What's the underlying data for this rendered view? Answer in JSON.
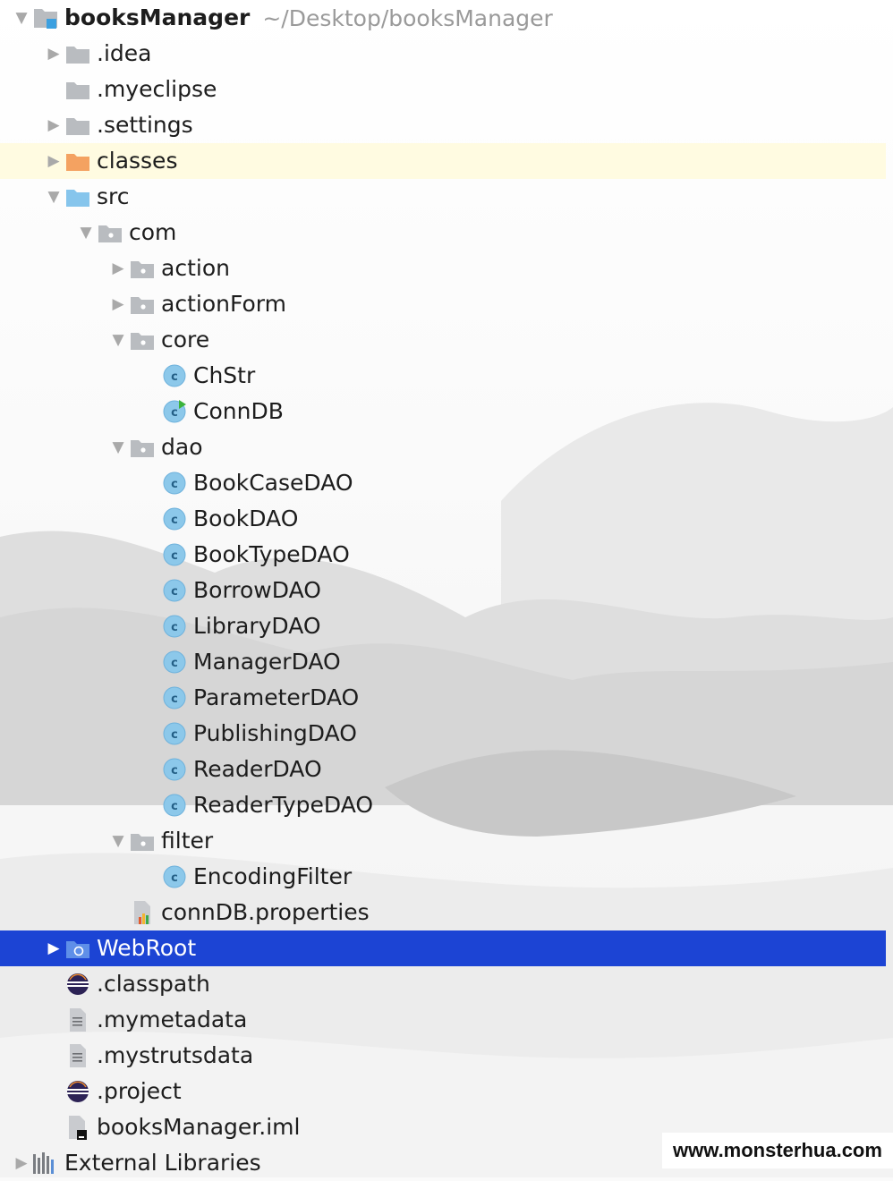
{
  "project": {
    "name": "booksManager",
    "path": "~/Desktop/booksManager"
  },
  "rows": [
    {
      "label": "booksManager",
      "hint": "~/Desktop/booksManager",
      "icon": "project-module-icon",
      "arrow": "expanded",
      "indent": 0
    },
    {
      "label": ".idea",
      "icon": "folder-icon",
      "arrow": "collapsed",
      "indent": 1
    },
    {
      "label": ".myeclipse",
      "icon": "folder-icon",
      "arrow": "none",
      "indent": 1
    },
    {
      "label": ".settings",
      "icon": "folder-icon",
      "arrow": "collapsed",
      "indent": 1
    },
    {
      "label": "classes",
      "icon": "excluded-folder-icon",
      "arrow": "collapsed",
      "indent": 1,
      "highlight": true
    },
    {
      "label": "src",
      "icon": "source-folder-icon",
      "arrow": "expanded",
      "indent": 1
    },
    {
      "label": "com",
      "icon": "package-icon",
      "arrow": "expanded",
      "indent": 2
    },
    {
      "label": "action",
      "icon": "package-icon",
      "arrow": "collapsed",
      "indent": 3
    },
    {
      "label": "actionForm",
      "icon": "package-icon",
      "arrow": "collapsed",
      "indent": 3
    },
    {
      "label": "core",
      "icon": "package-icon",
      "arrow": "expanded",
      "indent": 3
    },
    {
      "label": "ChStr",
      "icon": "class-icon",
      "arrow": "none",
      "indent": 4
    },
    {
      "label": "ConnDB",
      "icon": "runnable-class-icon",
      "arrow": "none",
      "indent": 4
    },
    {
      "label": "dao",
      "icon": "package-icon",
      "arrow": "expanded",
      "indent": 3
    },
    {
      "label": "BookCaseDAO",
      "icon": "class-icon",
      "arrow": "none",
      "indent": 4
    },
    {
      "label": "BookDAO",
      "icon": "class-icon",
      "arrow": "none",
      "indent": 4
    },
    {
      "label": "BookTypeDAO",
      "icon": "class-icon",
      "arrow": "none",
      "indent": 4
    },
    {
      "label": "BorrowDAO",
      "icon": "class-icon",
      "arrow": "none",
      "indent": 4
    },
    {
      "label": "LibraryDAO",
      "icon": "class-icon",
      "arrow": "none",
      "indent": 4
    },
    {
      "label": "ManagerDAO",
      "icon": "class-icon",
      "arrow": "none",
      "indent": 4
    },
    {
      "label": "ParameterDAO",
      "icon": "class-icon",
      "arrow": "none",
      "indent": 4
    },
    {
      "label": "PublishingDAO",
      "icon": "class-icon",
      "arrow": "none",
      "indent": 4
    },
    {
      "label": "ReaderDAO",
      "icon": "class-icon",
      "arrow": "none",
      "indent": 4
    },
    {
      "label": "ReaderTypeDAO",
      "icon": "class-icon",
      "arrow": "none",
      "indent": 4
    },
    {
      "label": "filter",
      "icon": "package-icon",
      "arrow": "expanded",
      "indent": 3
    },
    {
      "label": "EncodingFilter",
      "icon": "class-icon",
      "arrow": "none",
      "indent": 4
    },
    {
      "label": "connDB.properties",
      "icon": "properties-file-icon",
      "arrow": "none",
      "indent": 3
    },
    {
      "label": "WebRoot",
      "icon": "web-folder-icon",
      "arrow": "collapsed",
      "indent": 1,
      "selected": true
    },
    {
      "label": ".classpath",
      "icon": "eclipse-file-icon",
      "arrow": "none",
      "indent": 1
    },
    {
      "label": ".mymetadata",
      "icon": "text-file-icon",
      "arrow": "none",
      "indent": 1
    },
    {
      "label": ".mystrutsdata",
      "icon": "text-file-icon",
      "arrow": "none",
      "indent": 1
    },
    {
      "label": ".project",
      "icon": "eclipse-file-icon",
      "arrow": "none",
      "indent": 1
    },
    {
      "label": "booksManager.iml",
      "icon": "iml-file-icon",
      "arrow": "none",
      "indent": 1
    },
    {
      "label": "External Libraries",
      "icon": "libraries-icon",
      "arrow": "collapsed",
      "indent": 0
    }
  ],
  "watermark": "www.monsterhua.com",
  "colors": {
    "selection": "#1c44d4",
    "highlight_row": "#fffadc",
    "class_icon": "#8cc8ea",
    "folder": "#b9bcc0",
    "excluded_folder": "#f4a261",
    "source_folder": "#86c5ec"
  }
}
